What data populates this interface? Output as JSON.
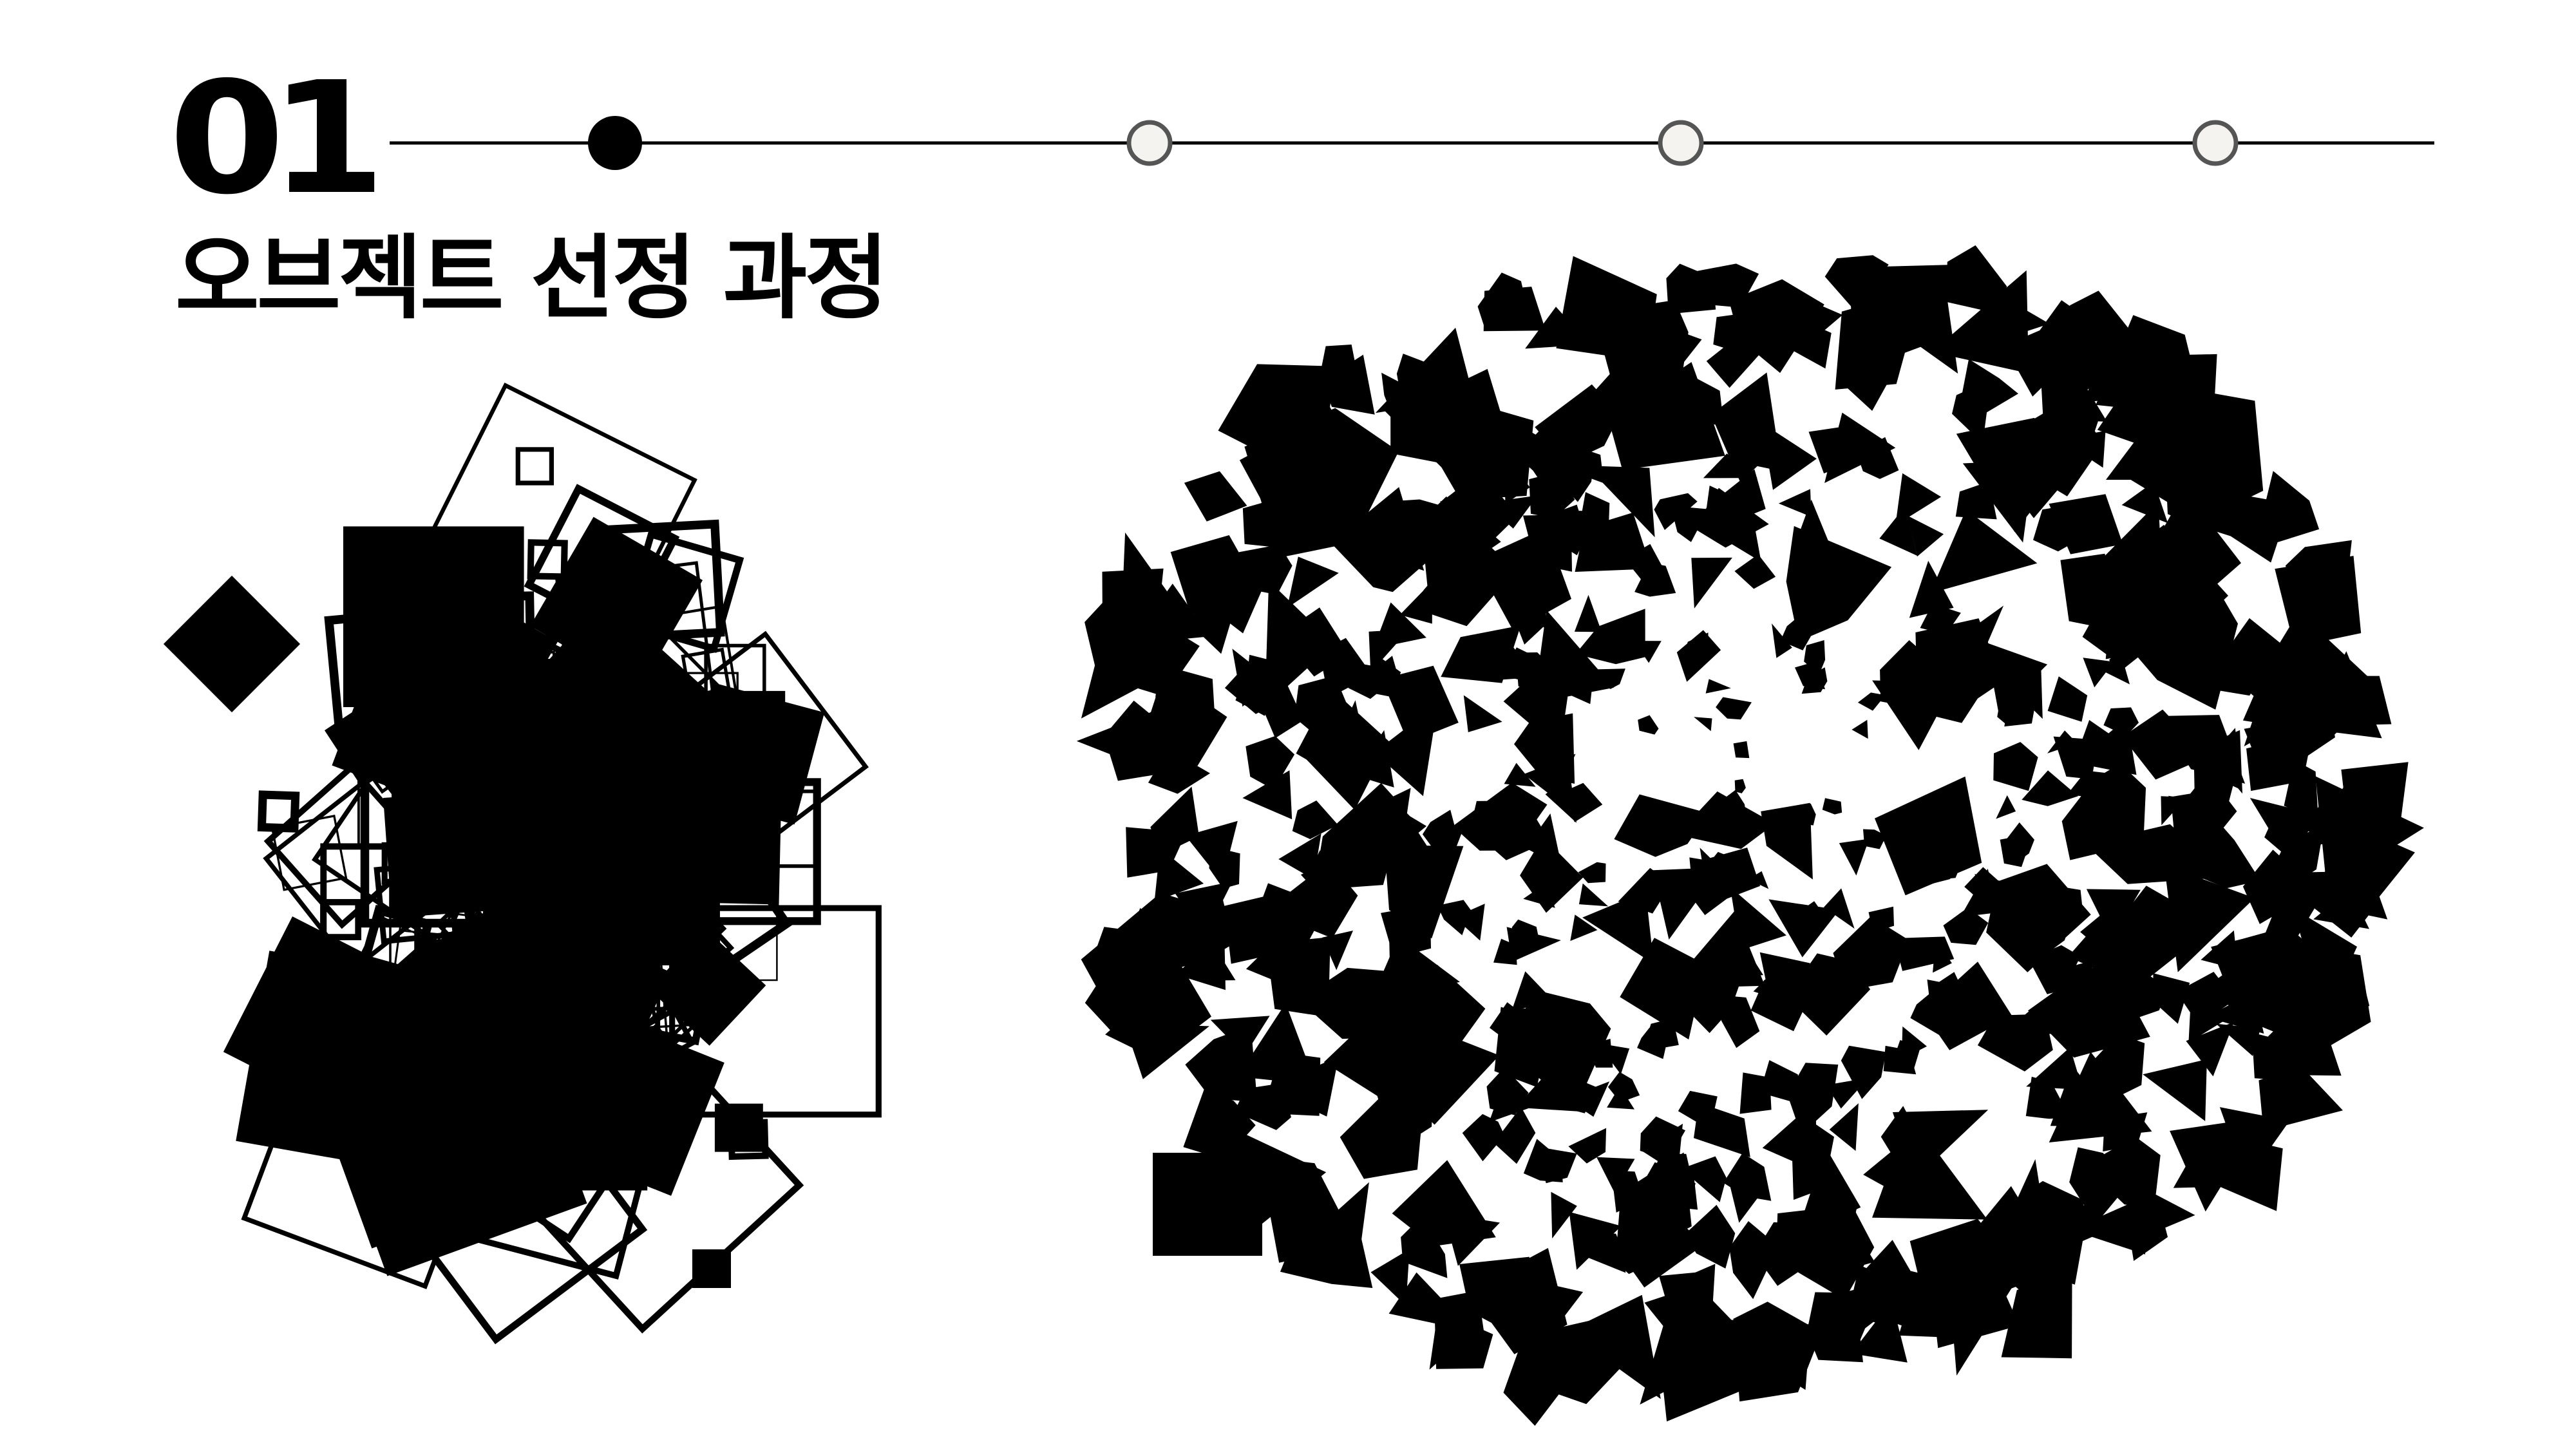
{
  "section": {
    "number": "01",
    "title": "오브젝트 선정 과정"
  },
  "progress": {
    "steps": [
      {
        "state": "active"
      },
      {
        "state": "inactive"
      },
      {
        "state": "inactive"
      },
      {
        "state": "inactive"
      }
    ],
    "colors": {
      "line": "#000000",
      "active_fill": "#000000",
      "inactive_fill": "#f4f3ef",
      "inactive_stroke": "#555555"
    }
  },
  "artworks": [
    {
      "id": "left",
      "style": "overlapping square outlines with filled squares"
    },
    {
      "id": "right",
      "style": "scattered filled polygon fragments"
    }
  ],
  "colors": {
    "background": "#ffffff",
    "ink": "#000000"
  }
}
